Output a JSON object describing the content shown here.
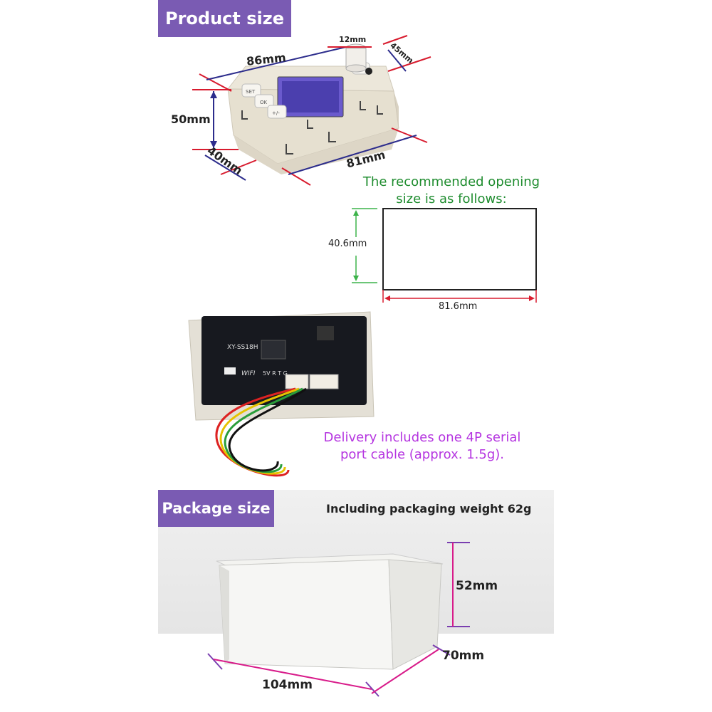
{
  "section_product": {
    "banner": "Product size",
    "dims": {
      "knob": "12mm",
      "length_top": "86mm",
      "depth_top": "45mm",
      "height": "50mm",
      "depth_bottom": "40mm",
      "length_bottom": "81mm"
    },
    "module_labels": {
      "button_1": "SET",
      "button_2": "OK",
      "button_3": "+/-"
    }
  },
  "section_opening": {
    "note": "The recommended opening size is as follows:",
    "height": "40.6mm",
    "width": "81.6mm"
  },
  "section_board": {
    "labels": {
      "model": "XY-SS18H",
      "wifi": "WIFI",
      "pins": "5V R T G"
    },
    "note": "Delivery includes one 4P serial port cable (approx. 1.5g)."
  },
  "section_package": {
    "banner": "Package size",
    "weight": "Including packaging weight 62g",
    "dims": {
      "height": "52mm",
      "depth": "70mm",
      "length": "104mm"
    }
  },
  "colors": {
    "banner": "#7a5bb3",
    "green_note": "#1e8c2e",
    "purple_note": "#b535e0",
    "red_line": "#d81b2e",
    "navy_line": "#2c2c8c"
  }
}
